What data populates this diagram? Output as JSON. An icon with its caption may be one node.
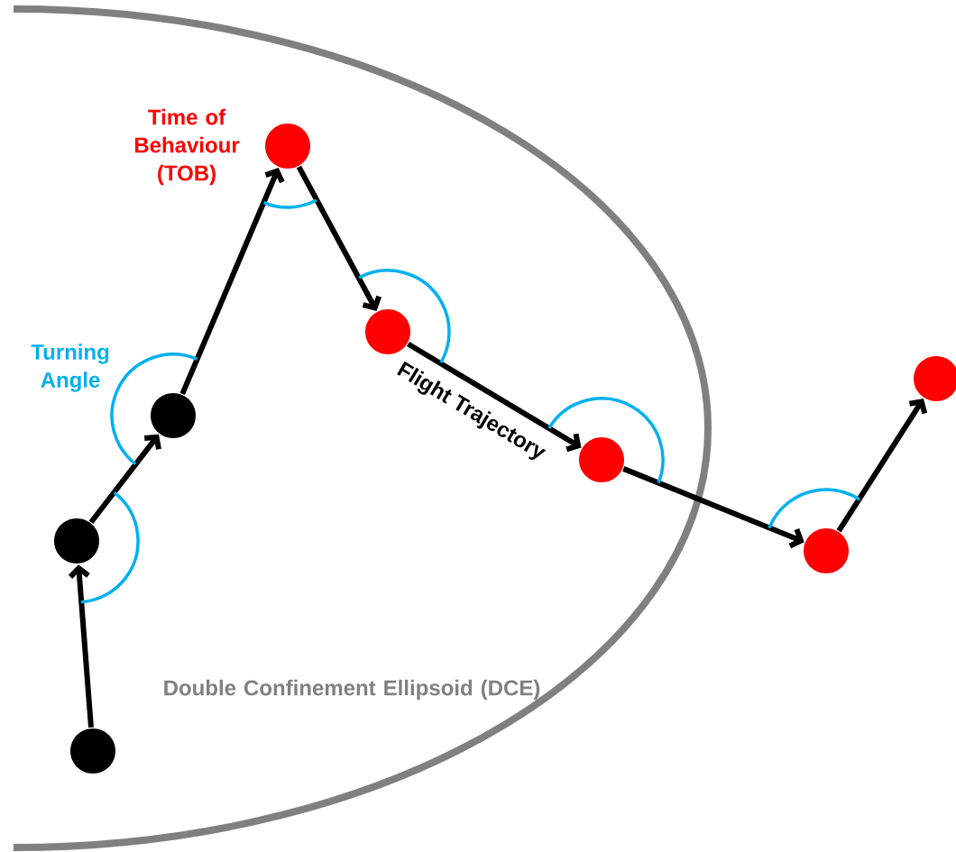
{
  "diagram": {
    "nodes": [
      {
        "text": [],
        "shape": "circle"
      },
      {
        "text": [],
        "shape": "circle"
      },
      {
        "text": [],
        "shape": "circle"
      },
      {
        "text": [],
        "shape": "circle",
        "beside": [
          "Time of Behaviour (TOB)"
        ]
      },
      {
        "text": [],
        "shape": "circle"
      },
      {
        "text": [],
        "shape": "circle"
      },
      {
        "text": [],
        "shape": "circle"
      },
      {
        "text": [],
        "shape": "circle"
      }
    ],
    "edges": [
      {
        "from": 0,
        "to": 1,
        "arrow": "to"
      },
      {
        "from": 1,
        "to": 2,
        "arrow": "to"
      },
      {
        "from": 2,
        "to": 3,
        "arrow": "to"
      },
      {
        "from": 3,
        "to": 4,
        "arrow": "to"
      },
      {
        "from": 4,
        "to": 5,
        "arrow": "to",
        "label": "Flight Trajectory"
      },
      {
        "from": 5,
        "to": 6,
        "arrow": "to"
      },
      {
        "from": 6,
        "to": 7,
        "arrow": "to"
      }
    ],
    "labels": [
      "Turning Angle",
      "Double Confinement Ellipsoid (DCE)"
    ]
  }
}
